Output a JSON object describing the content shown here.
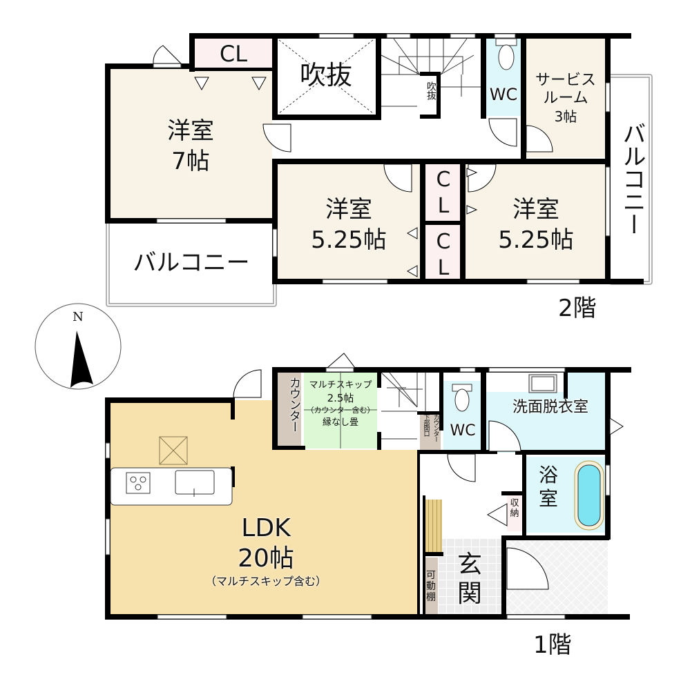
{
  "floors": [
    {
      "id": "floor2",
      "label": "2階",
      "rooms": {
        "closet_top": {
          "label": "CL"
        },
        "void": {
          "label": "吹抜"
        },
        "stair_void": {
          "label": "吹抜"
        },
        "wc": {
          "label": "WC"
        },
        "service_room": {
          "line1": "サービス",
          "line2": "ルーム",
          "line3": "3帖"
        },
        "western_7": {
          "line1": "洋室",
          "line2": "7帖"
        },
        "western_525_left": {
          "line1": "洋室",
          "line2": "5.25帖"
        },
        "closet_mid_upper": {
          "line1": "C",
          "line2": "L"
        },
        "closet_mid_lower": {
          "line1": "C",
          "line2": "L"
        },
        "western_525_right": {
          "line1": "洋室",
          "line2": "5.25帖"
        },
        "balcony_left": {
          "label": "バルコニー"
        },
        "balcony_right": {
          "label": "バルコニー"
        }
      }
    },
    {
      "id": "floor1",
      "label": "1階",
      "rooms": {
        "counter": {
          "label": "カウンター"
        },
        "multi_skip": {
          "line1": "マルチスキップ",
          "line2": "2.5帖",
          "line3": "（カウンター含む）",
          "line4": "縁なし畳"
        },
        "counter_opening": {
          "line1": "カウンター",
          "line2": "下部開口"
        },
        "wc": {
          "label": "WC"
        },
        "washroom": {
          "label": "洗面脱衣室"
        },
        "bathroom": {
          "line1": "浴",
          "line2": "室"
        },
        "storage": {
          "line1": "収",
          "line2": "納"
        },
        "ldk": {
          "line1": "LDK",
          "line2": "20帖",
          "line3": "（マルチスキップ含む）"
        },
        "entrance": {
          "line1": "玄",
          "line2": "関"
        },
        "movable_shelf": {
          "line1": "可",
          "line2": "動",
          "line3": "棚"
        }
      }
    }
  ],
  "compass": {
    "label": "N",
    "icon": "north-arrow-icon"
  },
  "colors": {
    "wall": "#000000",
    "western_room": "#f8f3e6",
    "closet": "#fdf0f0",
    "wet_area": "#def7fa",
    "ldk": "#f7e1ad",
    "tatami": "#dcf8d4",
    "counter": "#d4c9bc",
    "entrance_tile": "#ececec",
    "porch_tile": "#f2f2f2",
    "stair_wood": "#e9d08c",
    "bathtub": "#7fe4f2"
  }
}
